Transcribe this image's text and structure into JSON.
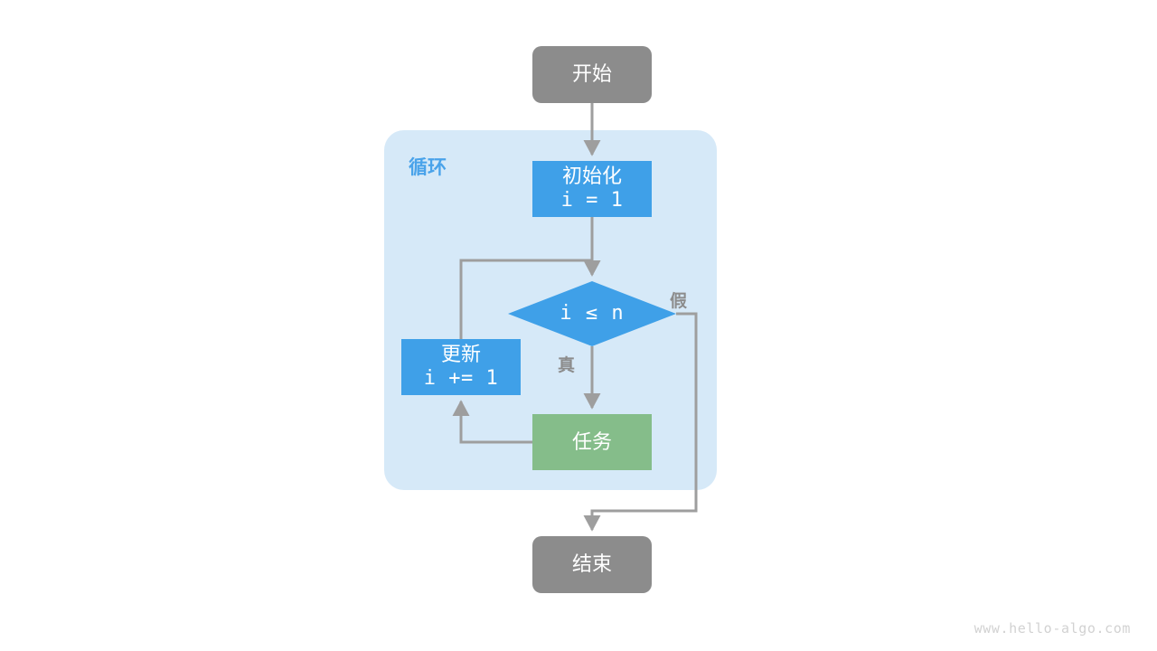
{
  "diagram": {
    "title": "for-loop-flowchart",
    "background": "#ffffff",
    "watermark": "www.hello-algo.com",
    "colors": {
      "terminator": "#8c8c8c",
      "process": "#3fa0e8",
      "decision": "#3fa0e8",
      "task": "#85bd8a",
      "loop_container": "#d6e9f8",
      "loop_label": "#4aa3ea",
      "edge": "#9e9e9e",
      "edge_label": "#8c8c8c",
      "node_text": "#ffffff",
      "watermark": "#d2d2d2"
    }
  },
  "loop": {
    "label": "循环"
  },
  "nodes": {
    "start": {
      "label": "开始",
      "shape": "terminator"
    },
    "init": {
      "line1": "初始化",
      "line2": "i = 1",
      "shape": "process"
    },
    "decision": {
      "label": "i ≤ n",
      "shape": "diamond"
    },
    "task": {
      "label": "任务",
      "shape": "process"
    },
    "update": {
      "line1": "更新",
      "line2": "i += 1",
      "shape": "process"
    },
    "end": {
      "label": "结束",
      "shape": "terminator"
    }
  },
  "edges": {
    "true_label": "真",
    "false_label": "假"
  }
}
